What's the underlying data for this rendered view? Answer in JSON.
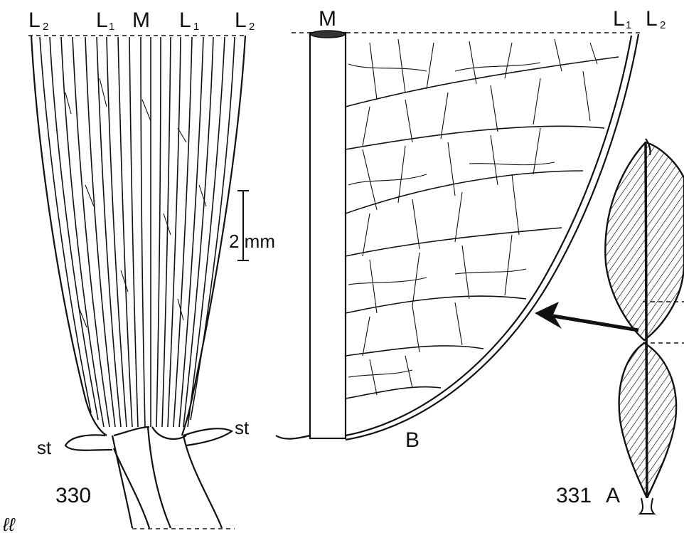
{
  "fig330": {
    "labels": {
      "l2_left": "L",
      "l2_left_sub": "2",
      "l1_left": "L",
      "l1_left_sub": "1",
      "m": "M",
      "l1_right": "L",
      "l1_right_sub": "1",
      "l2_right": "L",
      "l2_right_sub": "2",
      "st_left": "st",
      "st_right": "st",
      "figure_number": "330"
    },
    "scale_bar": {
      "label": "2 mm"
    }
  },
  "fig331": {
    "panel_b": {
      "m": "M",
      "l1": "L",
      "l1_sub": "1",
      "l2": "L",
      "l2_sub": "2",
      "panel_letter": "B"
    },
    "panel_a": {
      "figure_number": "331",
      "panel_letter": "A"
    }
  },
  "signature": "ℓℓ"
}
